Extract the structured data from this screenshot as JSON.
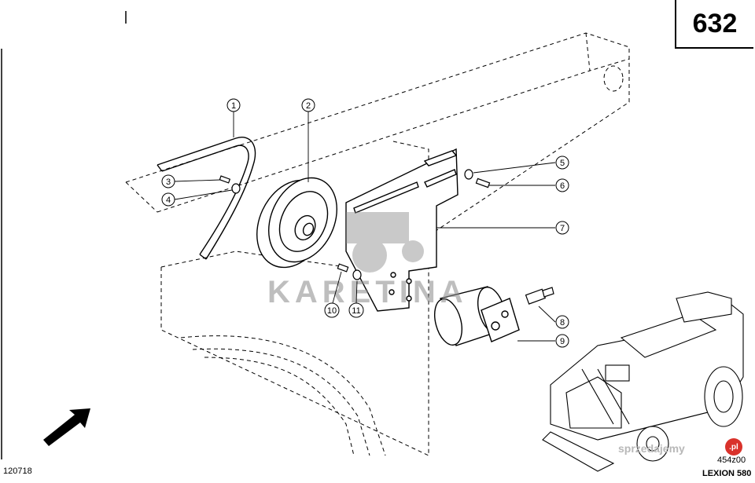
{
  "page_number": "632",
  "drawing_code": "120718",
  "figure_id": "454z00",
  "model": "LEXION 580",
  "watermark": "KARETINA",
  "site_badge": "sprzedajemy",
  "site_badge_pl": ".pl",
  "callouts": [
    {
      "id": "1",
      "label": "1"
    },
    {
      "id": "2",
      "label": "2"
    },
    {
      "id": "3",
      "label": "3"
    },
    {
      "id": "4",
      "label": "4"
    },
    {
      "id": "5",
      "label": "5"
    },
    {
      "id": "6",
      "label": "6"
    },
    {
      "id": "7",
      "label": "7"
    },
    {
      "id": "8",
      "label": "8"
    },
    {
      "id": "9",
      "label": "9"
    },
    {
      "id": "10",
      "label": "10"
    },
    {
      "id": "11",
      "label": "11"
    }
  ],
  "colors": {
    "ink": "#000000",
    "watermark": "#8a8a8a",
    "badge": "#d9322b"
  }
}
